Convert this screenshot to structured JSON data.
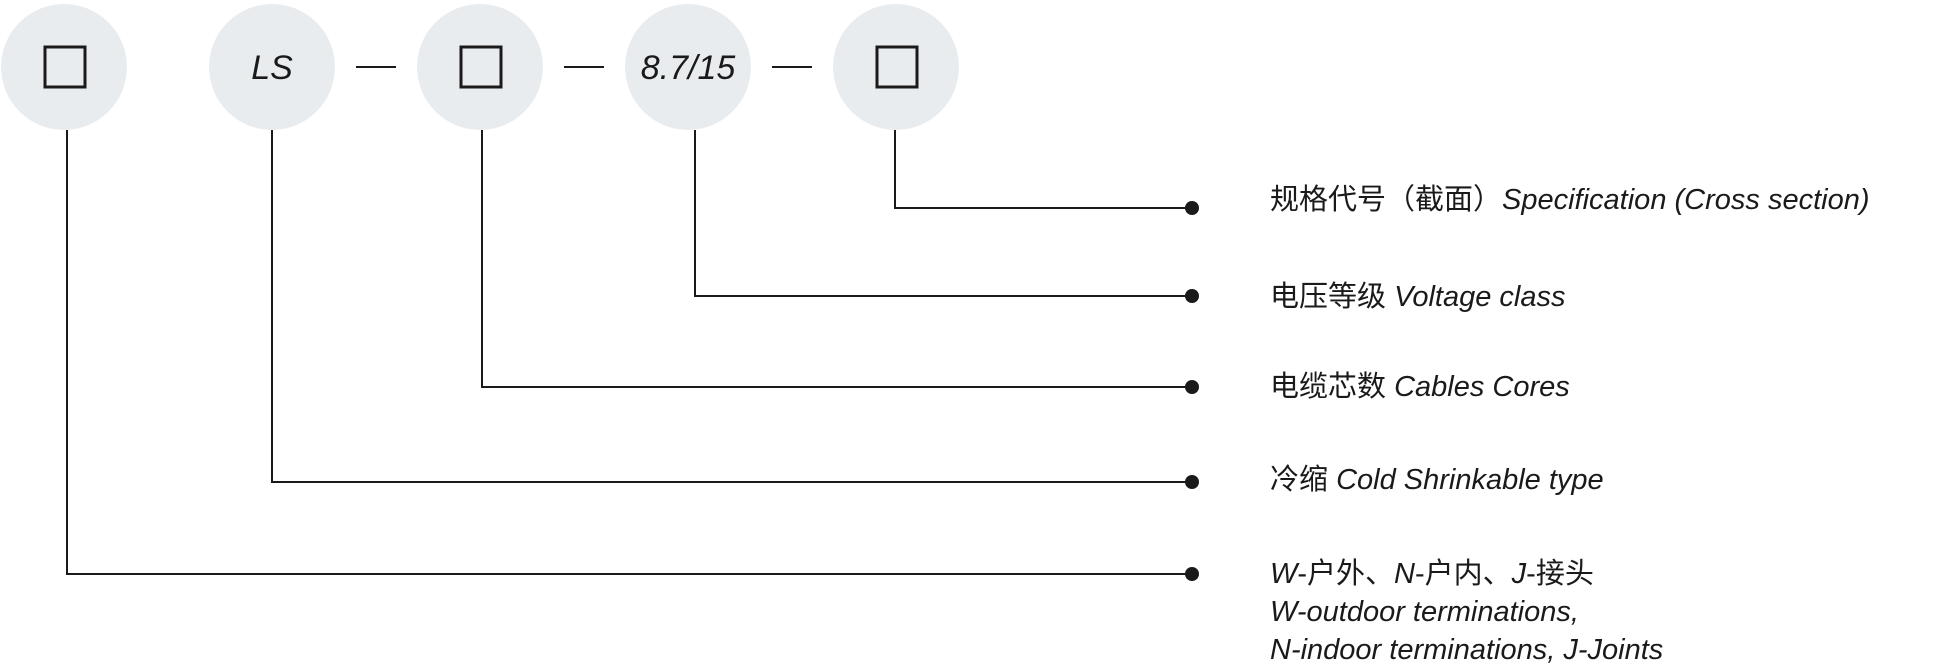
{
  "code_parts": [
    {
      "kind": "box",
      "text": ""
    },
    {
      "kind": "text",
      "text": "LS"
    },
    {
      "kind": "box",
      "text": ""
    },
    {
      "kind": "text",
      "text": "8.7/15"
    },
    {
      "kind": "box",
      "text": ""
    }
  ],
  "separator": "—",
  "legend": [
    {
      "cn": "规格代号（截面）",
      "en": "Specification (Cross section)"
    },
    {
      "cn": "电压等级",
      "en": "Voltage class"
    },
    {
      "cn": "电缆芯数",
      "en": "Cables Cores"
    },
    {
      "cn": "冷缩",
      "en": "Cold Shrinkable type"
    },
    {
      "cn_parts": [
        {
          "t": "W",
          "i": true
        },
        {
          "t": "-户外、",
          "i": false
        },
        {
          "t": "N",
          "i": true
        },
        {
          "t": "-户内、",
          "i": false
        },
        {
          "t": "J",
          "i": true
        },
        {
          "t": "-接头",
          "i": false
        }
      ],
      "en_line1": "W-outdoor terminations,",
      "en_line2": "N-indoor terminations, J-Joints"
    }
  ],
  "colors": {
    "circle": "#e9ecef",
    "ink": "#1a1a1a"
  }
}
